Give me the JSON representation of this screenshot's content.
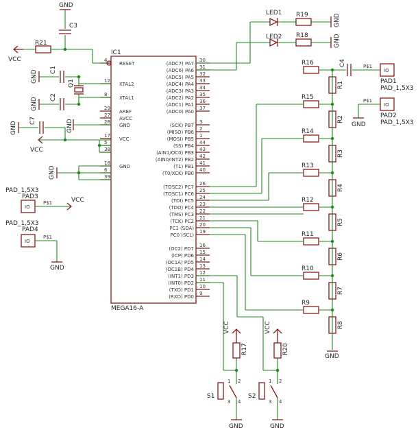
{
  "ic": {
    "name": "IC1",
    "part": "MEGA16-A",
    "left_pins": [
      {
        "num": "4",
        "name": "RESET"
      },
      {
        "num": "12",
        "name": "XTAL2"
      },
      {
        "num": "8",
        "name": "XTAL1"
      },
      {
        "num": "29",
        "name": "AREF"
      },
      {
        "num": "27",
        "name": "AVCC"
      },
      {
        "num": "28",
        "name": "GND"
      },
      {
        "num": "17",
        "name": "VCC"
      },
      {
        "num": "5",
        "name": ""
      },
      {
        "num": "38",
        "name": ""
      },
      {
        "num": "18",
        "name": "GND"
      },
      {
        "num": "6",
        "name": ""
      },
      {
        "num": "39",
        "name": ""
      }
    ],
    "right_pins": [
      {
        "num": "30",
        "name": "(ADC7) PA7"
      },
      {
        "num": "31",
        "name": "(ADC6) PA6"
      },
      {
        "num": "32",
        "name": "(ADC5) PA5"
      },
      {
        "num": "33",
        "name": "(ADC4) PA4"
      },
      {
        "num": "34",
        "name": "(ADC3) PA3"
      },
      {
        "num": "35",
        "name": "(ADC2) PA2"
      },
      {
        "num": "36",
        "name": "(ADC1) PA1"
      },
      {
        "num": "37",
        "name": "(ADC0) PA0"
      },
      {
        "num": "3",
        "name": "(SCK) PB7"
      },
      {
        "num": "2",
        "name": "(MISO) PB6"
      },
      {
        "num": "1",
        "name": "(MOSI) PB5"
      },
      {
        "num": "44",
        "name": "(SS) PB4"
      },
      {
        "num": "43",
        "name": "(AIN1/OC0) PB3"
      },
      {
        "num": "42",
        "name": "(AIN0/INT2) PB2"
      },
      {
        "num": "41",
        "name": "(T1) PB1"
      },
      {
        "num": "40",
        "name": "(T0/XCK) PB0"
      },
      {
        "num": "26",
        "name": "(TOSC2) PC7"
      },
      {
        "num": "25",
        "name": "(TOSC1) PC6"
      },
      {
        "num": "24",
        "name": "(TDI) PC5"
      },
      {
        "num": "23",
        "name": "(TDO) PC4"
      },
      {
        "num": "22",
        "name": "(TMS) PC3"
      },
      {
        "num": "21",
        "name": "(TCK) PC2"
      },
      {
        "num": "20",
        "name": "PC1 (SDA)"
      },
      {
        "num": "19",
        "name": "PC0 (SCL)"
      },
      {
        "num": "16",
        "name": "(OC2) PD7"
      },
      {
        "num": "15",
        "name": "(ICP) PD6"
      },
      {
        "num": "14",
        "name": "(OC1A) PD5"
      },
      {
        "num": "13",
        "name": "(OC1B) PD4"
      },
      {
        "num": "12",
        "name": "(INT1) PD3"
      },
      {
        "num": "11",
        "name": "(INT0) PD2"
      },
      {
        "num": "10",
        "name": "(TXD) PD1"
      },
      {
        "num": "9",
        "name": "(RXD) PD0"
      }
    ]
  },
  "labels": {
    "gnd": "GND",
    "vcc": "VCC",
    "c3": "C3",
    "r21": "R21",
    "c1": "C1",
    "c2": "C2",
    "q1": "Q1",
    "c7": "C7",
    "c4": "C4",
    "led1": "LED1",
    "led2": "LED2",
    "r19": "R19",
    "r18": "R18",
    "r17": "R17",
    "r20": "R20",
    "s1": "S1",
    "s2": "S2",
    "pad1": "PAD1",
    "pad2": "PAD2",
    "pad3": "PAD3",
    "pad4": "PAD4",
    "pad_type": "PAD_1,5X3",
    "io": "IO",
    "ps1": "P$1",
    "ladder_top": [
      "R16",
      "R15",
      "R14",
      "R13",
      "R12",
      "R11",
      "R10",
      "R9"
    ],
    "ladder_right": [
      "R1",
      "R2",
      "R3",
      "R4",
      "R5",
      "R6",
      "R7",
      "R8"
    ],
    "sw_pins": [
      "1",
      "2",
      "3",
      "4"
    ]
  }
}
